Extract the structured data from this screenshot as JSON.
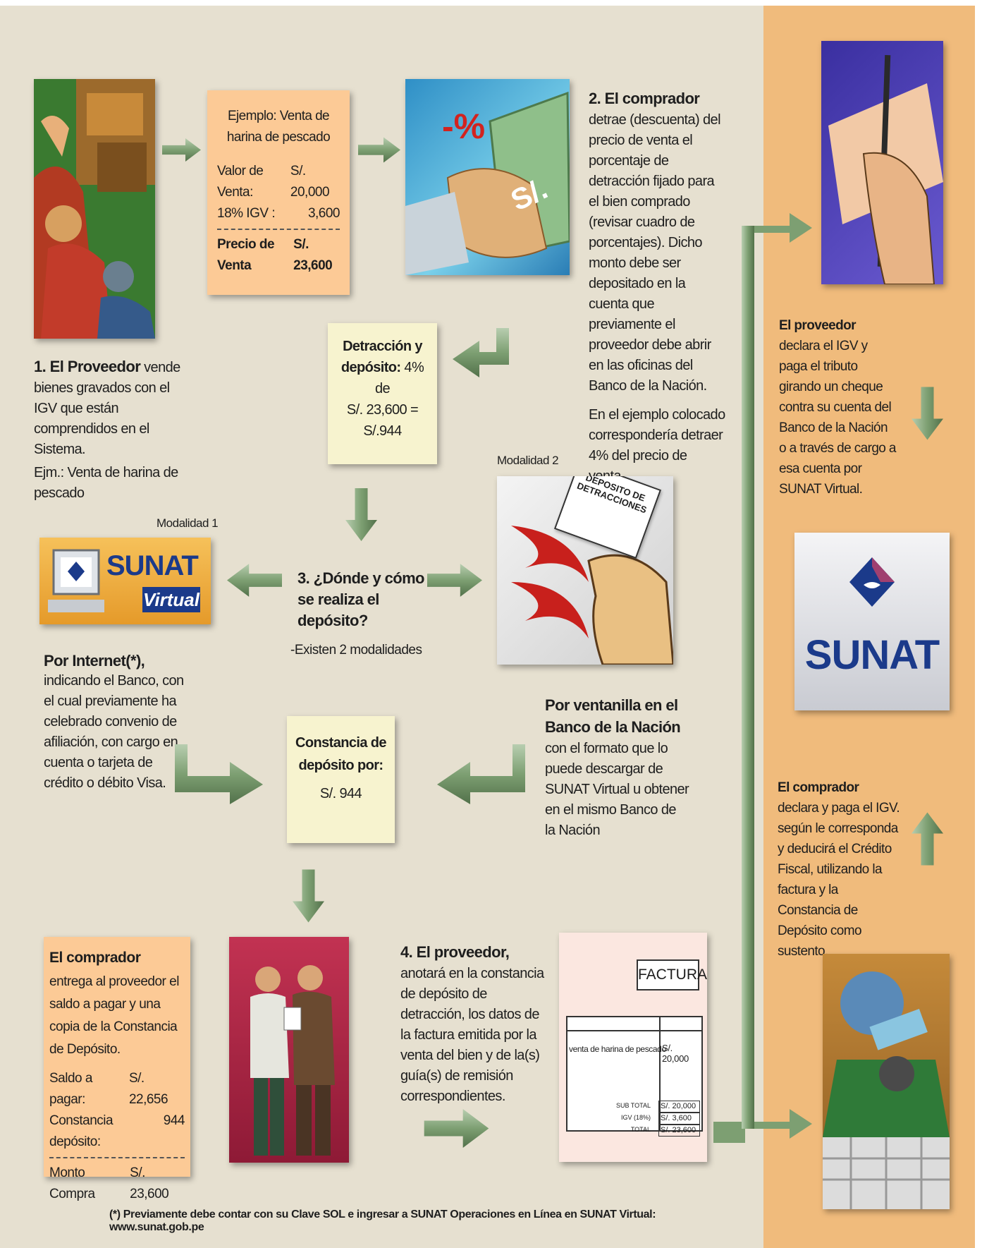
{
  "step1": {
    "title": "1. El Proveedor",
    "text": "vende bienes gravados con el IGV que están comprendidos en el Sistema.",
    "example": "Ejm.: Venta de harina de pescado"
  },
  "example_note": {
    "title": "Ejemplo: Venta de harina de pescado",
    "rows": [
      {
        "label": "Valor de Venta:",
        "value": "S/. 20,000"
      },
      {
        "label": "18% IGV :",
        "value": "3,600"
      }
    ],
    "total_label": "Precio de Venta",
    "total_value": "S/. 23,600"
  },
  "step2": {
    "title": "2. El comprador",
    "text": "detrae (descuenta) del precio de venta el porcentaje de detracción fijado para el bien comprado (revisar cuadro de porcentajes). Dicho monto debe ser depositado en la cuenta que previamente el proveedor debe abrir en las oficinas del Banco de la Nación.",
    "example": "En el ejemplo colocado correspondería detraer 4% del precio de venta."
  },
  "money_image": {
    "discount": "-%",
    "bill": "S/."
  },
  "detraction_note": {
    "title": "Detracción y depósito:",
    "line1": "4% de",
    "line2": "S/. 23,600 =",
    "line3": "S/.944"
  },
  "step3": {
    "title": "3. ¿Dónde y cómo se realiza el depósito?",
    "subtitle": "-Existen 2 modalidades"
  },
  "modality1": {
    "label": "Modalidad 1",
    "logo_word": "SUNAT",
    "logo_sub": "Virtual",
    "title": "Por Internet(*),",
    "text": "indicando el Banco, con el cual previamente ha celebrado convenio de afiliación, con cargo en cuenta o tarjeta de crédito o débito Visa."
  },
  "modality2": {
    "label": "Modalidad 2",
    "card_text": "DEPOSITO DE DETRACCIONES",
    "title": "Por ventanilla en el Banco de la Nación",
    "text": "con el formato que lo puede descargar de SUNAT Virtual u obtener en el mismo Banco de la Nación"
  },
  "certificate_note": {
    "title": "Constancia de depósito por:",
    "value": "S/. 944"
  },
  "buyer_note": {
    "title": "El comprador",
    "text": "entrega al proveedor el saldo a pagar y una copia de la Constancia de Depósito.",
    "rows": [
      {
        "label": "Saldo a pagar:",
        "value": "S/. 22,656"
      },
      {
        "label": "Constancia depósito:",
        "value": "944"
      }
    ],
    "total_label": "Monto Compra",
    "total_value": "S/. 23,600"
  },
  "step4": {
    "title": "4. El proveedor,",
    "text": "anotará en la constancia de depósito de detracción, los datos de la factura emitida por la venta del bien y de la(s) guía(s) de remisión correspondientes."
  },
  "invoice": {
    "heading": "FACTURA",
    "item": "venta de harina de pescado",
    "item_value": "S/. 20,000",
    "totals": [
      {
        "label": "SUB TOTAL",
        "value": "S/. 20,000"
      },
      {
        "label": "IGV (18%)",
        "value": "S/.  3,600"
      },
      {
        "label": "TOTAL",
        "value": "S/. 23,600"
      }
    ]
  },
  "provider_declares": {
    "bold": "El proveedor",
    "text": "declara el IGV y paga el tributo girando un cheque contra su cuenta del Banco de la Nación o a través de cargo a esa cuenta por SUNAT Virtual."
  },
  "sunat_logo": {
    "word": "SUNAT"
  },
  "buyer_declares": {
    "bold": "El comprador",
    "text": "declara y paga el IGV. según le corresponda y deducirá el Crédito Fiscal, utilizando la factura y la Constancia de Depósito como sustento."
  },
  "footnote": "(*) Previamente debe contar con su Clave SOL e ingresar a SUNAT Operaciones en Línea en SUNAT Virtual: www.sunat.gob.pe",
  "colors": {
    "arrow": "#7d9f72",
    "arrow_dark": "#5a7a50",
    "main_bg": "#e6e0d0",
    "side_bg": "#f0bb7c",
    "note_orange": "#fcca96",
    "note_cream": "#f7f3cf",
    "sunat_blue": "#1b3a8a"
  }
}
